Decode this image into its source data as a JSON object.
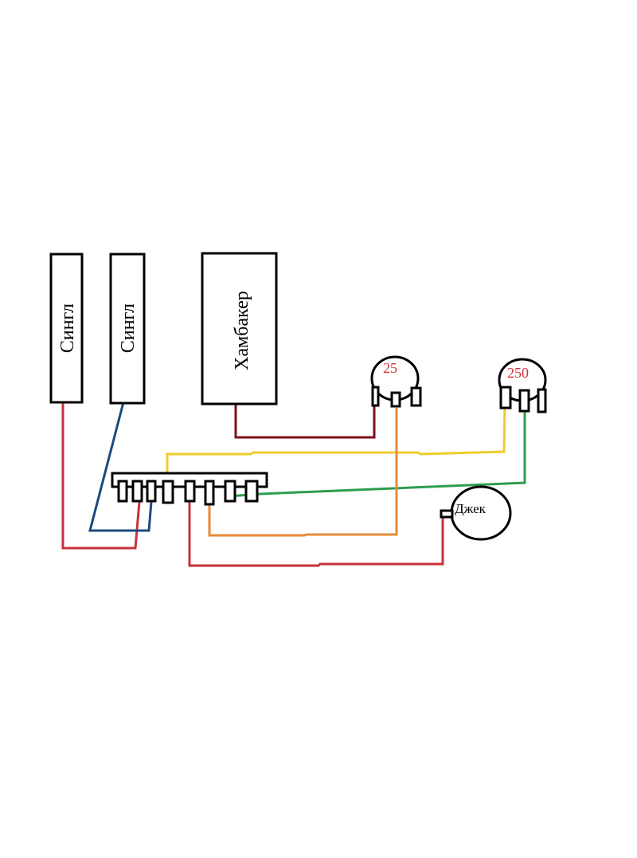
{
  "diagram": {
    "title": "",
    "components": {
      "single_1": {
        "label": "Сингл",
        "type": "single-coil pickup"
      },
      "single_2": {
        "label": "Сингл",
        "type": "single-coil pickup"
      },
      "humbucker": {
        "label": "Хамбакер",
        "type": "humbucker pickup"
      },
      "pot_volume": {
        "label": "25",
        "type": "potentiometer"
      },
      "pot_tone": {
        "label": "250",
        "type": "potentiometer"
      },
      "jack": {
        "label": "Джек",
        "type": "output jack"
      },
      "switch": {
        "type": "selector switch",
        "lugs": 8
      }
    },
    "wires": [
      {
        "name": "single1-to-switch",
        "color": "#c8313b",
        "from": "single_1",
        "to": "switch lug 2"
      },
      {
        "name": "single2-to-switch",
        "color": "#1b4a7e",
        "from": "single_2",
        "to": "switch lug 3"
      },
      {
        "name": "humbucker-to-pot25",
        "color": "#7d0f1c",
        "from": "humbucker",
        "to": "pot_volume lug 1"
      },
      {
        "name": "switch-to-pot250",
        "color": "#f0cb2c",
        "from": "switch lug 4",
        "to": "pot_tone lug 1"
      },
      {
        "name": "pot250-to-switch",
        "color": "#2e9d4f",
        "from": "pot_tone lug 2",
        "to": "switch lug 7"
      },
      {
        "name": "pot25-to-switch",
        "color": "#e88a3a",
        "from": "pot_volume lug 2",
        "to": "switch lug 6"
      },
      {
        "name": "switch-to-jack",
        "color": "#c8313b",
        "from": "switch lug 5",
        "to": "jack"
      }
    ]
  }
}
